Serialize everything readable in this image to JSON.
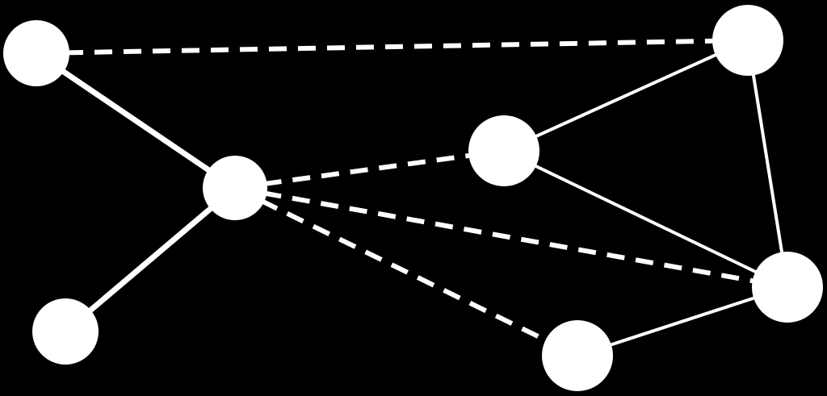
{
  "background": "#000000",
  "foreground": "#ffffff",
  "nodes": [
    "n1",
    "n2",
    "n3",
    "n4",
    "n5",
    "n6",
    "n7"
  ],
  "edges": [
    {
      "from": "n1",
      "to": "n3",
      "style": "solid-thick"
    },
    {
      "from": "n1",
      "to": "n2",
      "style": "dashed"
    },
    {
      "from": "n3",
      "to": "n4",
      "style": "solid-thick"
    },
    {
      "from": "n3",
      "to": "n5",
      "style": "dashed"
    },
    {
      "from": "n3",
      "to": "n6",
      "style": "dashed"
    },
    {
      "from": "n3",
      "to": "n7",
      "style": "dashed"
    },
    {
      "from": "n5",
      "to": "n2",
      "style": "solid-thin"
    },
    {
      "from": "n5",
      "to": "n6",
      "style": "solid-thin"
    },
    {
      "from": "n2",
      "to": "n6",
      "style": "solid-thin"
    },
    {
      "from": "n7",
      "to": "n6",
      "style": "solid-thin"
    }
  ]
}
